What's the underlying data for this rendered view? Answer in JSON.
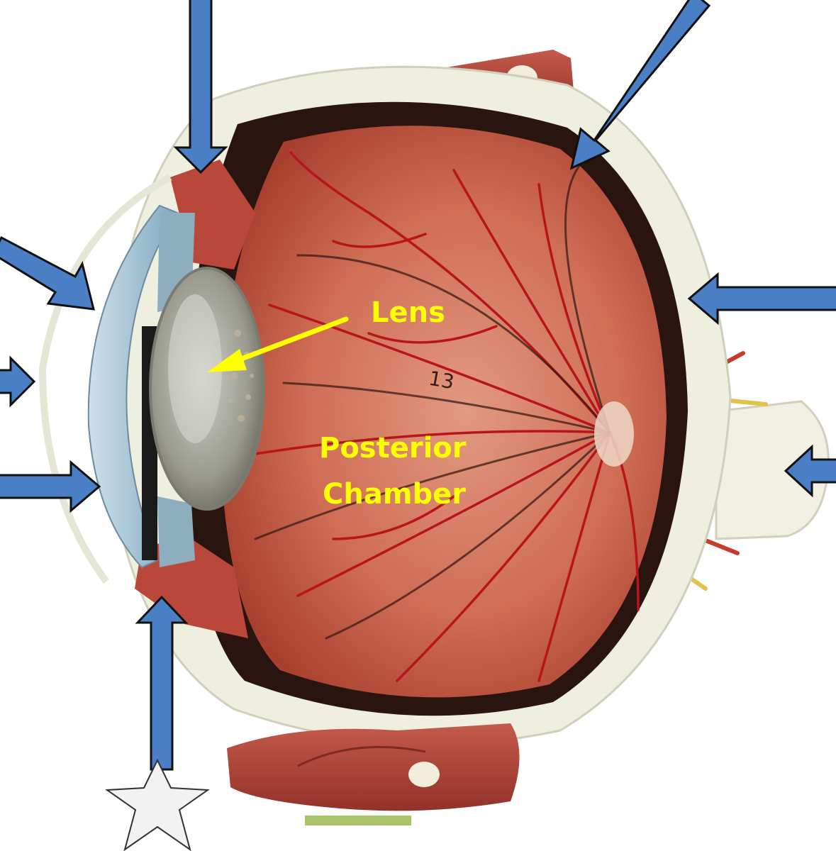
{
  "labels": {
    "lens": "Lens",
    "posterior_line1": "Posterior",
    "posterior_line2": "Chamber",
    "model_mark": "13"
  },
  "colors": {
    "arrow_fill": "#4a7fc6",
    "arrow_outline": "#111111",
    "label_yellow": "#ffff00",
    "sclera": "#eeeedd",
    "retina": "#c8614a",
    "vessel": "#b8141a",
    "choroid": "#2a1410",
    "muscle": "#b5473a",
    "star_fill": "#f2f2f2"
  },
  "icons": {
    "pointer_arrow": "blue-block-arrow-icon",
    "lens_pointer": "yellow-arrow-icon",
    "marker": "star-icon"
  }
}
